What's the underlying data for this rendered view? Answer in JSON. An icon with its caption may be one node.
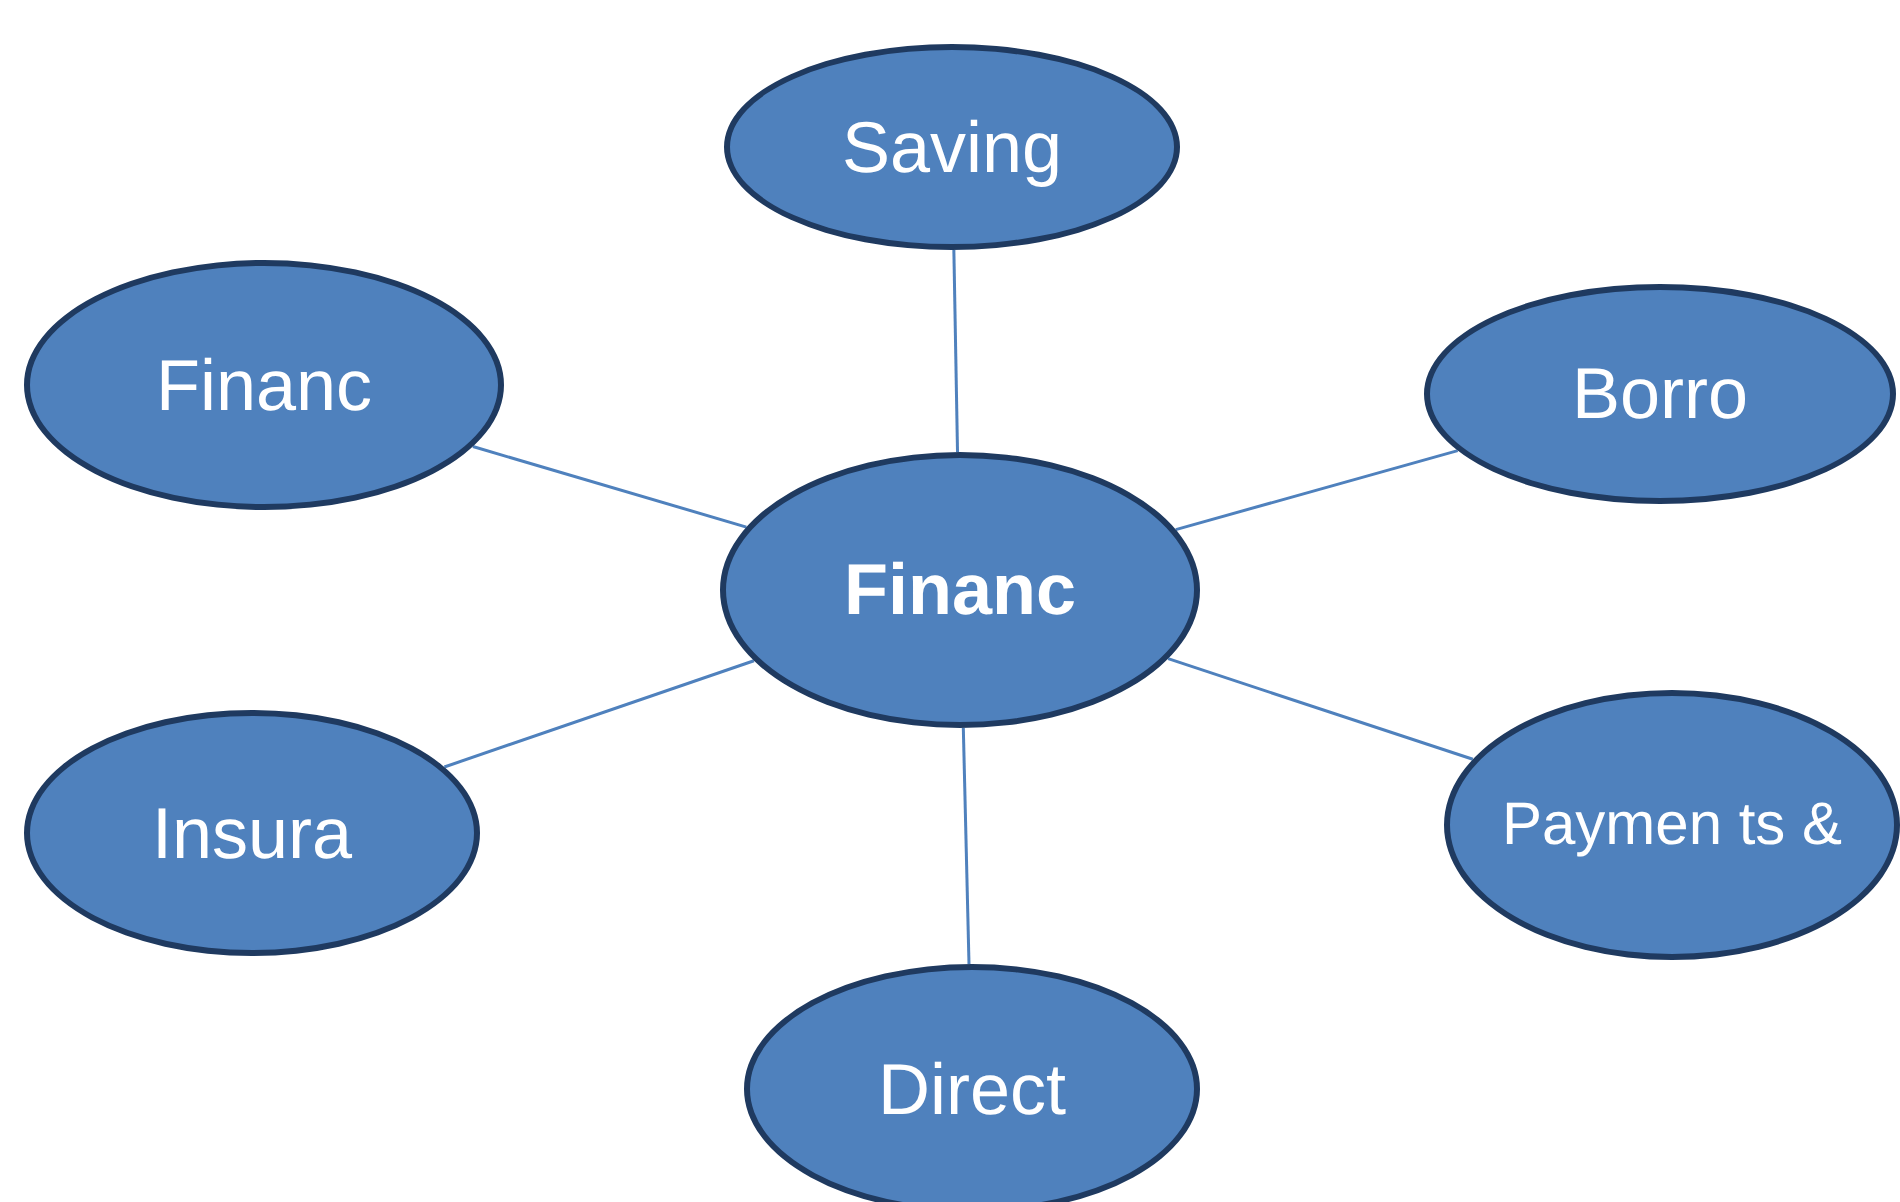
{
  "diagram": {
    "nodes": [
      {
        "text": [
          "Financ"
        ]
      },
      {
        "text": [
          "Saving"
        ]
      },
      {
        "text": [
          "Financ"
        ]
      },
      {
        "text": [
          "Borro"
        ]
      },
      {
        "text": [
          "Insura"
        ]
      },
      {
        "text": [
          "Paymen ts &"
        ]
      },
      {
        "text": [
          "Direct"
        ]
      }
    ],
    "edges": [
      {
        "from": 0,
        "to": 1,
        "arrow": "none"
      },
      {
        "from": 0,
        "to": 2,
        "arrow": "none"
      },
      {
        "from": 0,
        "to": 3,
        "arrow": "none"
      },
      {
        "from": 0,
        "to": 4,
        "arrow": "none"
      },
      {
        "from": 0,
        "to": 5,
        "arrow": "none"
      },
      {
        "from": 0,
        "to": 6,
        "arrow": "none"
      }
    ]
  }
}
